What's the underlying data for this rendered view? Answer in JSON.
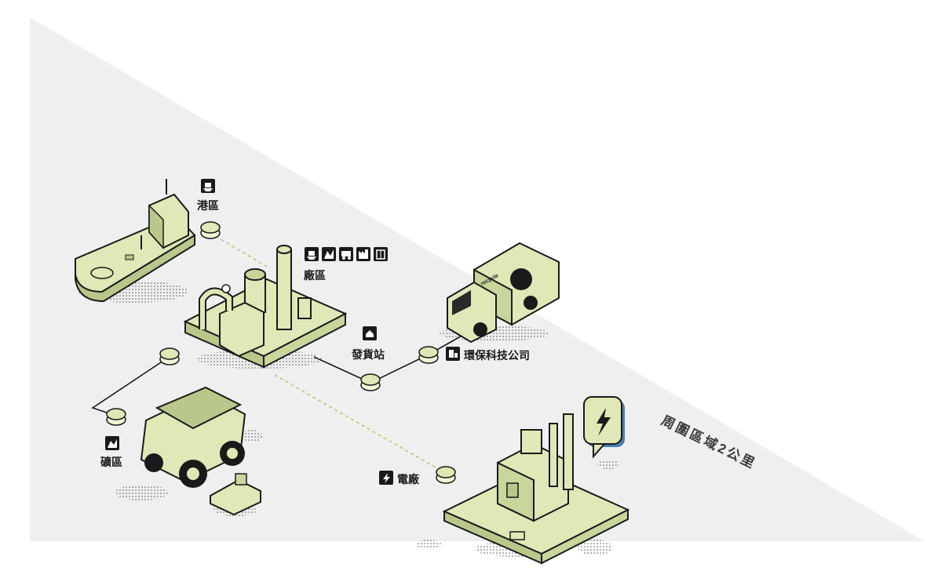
{
  "zone_label": "周圍區域2公里",
  "nodes": {
    "port": {
      "label": "港區",
      "icon": "ship-icon"
    },
    "factory": {
      "label": "廠區",
      "icons": [
        "ship-icon",
        "mining-icon",
        "recycle-truck-icon",
        "factory-icon",
        "building-icon"
      ]
    },
    "dispatch": {
      "label": "發貨站",
      "icon": "dispatch-station-icon"
    },
    "eco_company": {
      "label": "環保科技公司",
      "icon": "eco-company-icon"
    },
    "mine": {
      "label": "礦區",
      "icon": "mining-icon"
    },
    "power_plant": {
      "label": "電廠",
      "icon": "lightning-icon"
    }
  },
  "truck_text": "recycle",
  "colors": {
    "background_triangle": "#efefef",
    "accent_green": "#dfe8b6",
    "dark_green": "#b9c88a",
    "ink": "#1a1a1a",
    "dashed_line": "#b8c97a"
  }
}
